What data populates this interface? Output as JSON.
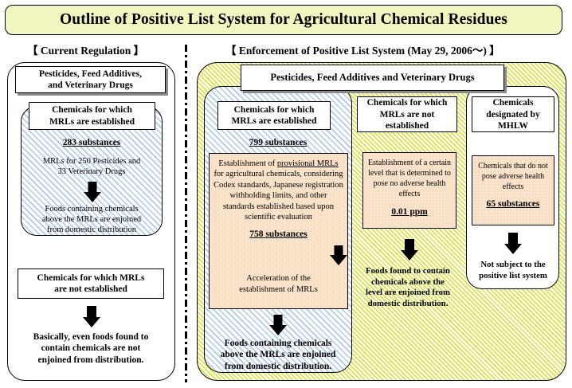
{
  "title": "Outline of Positive List System for Agricultural Chemical Residues",
  "sections": {
    "left_heading": "【 Current Regulation 】",
    "right_heading": "【 Enforcement of Positive List System (May 29, 2006～) 】"
  },
  "left": {
    "top_box": "Pesticides, Feed Additives,\nand Veterinary Drugs",
    "mrl_established_label": "Chemicals for which\nMRLs are established",
    "substances_count": "283 substances",
    "mrl_detail": "MRLs for 250 Pesticides and\n33 Veterinary Drugs",
    "outcome": "Foods containing  chemicals\nabove the MRLs are enjoined\nfrom domestic  distribution",
    "mrl_not_established_label": "Chemicals for which MRLs\nare not established",
    "not_established_outcome": "Basically, even foods found to\ncontain chemicals are not\nenjoined from  distribution."
  },
  "right": {
    "top_box": "Pesticides, Feed Additives and Veterinary Drugs",
    "col_established": {
      "label": "Chemicals for which\nMRLs are established",
      "substances_count": "799 substances",
      "body_pre": "Establishment of ",
      "body_underline1": "provisional MRLs",
      "body_mid": " for agricultural chemicals, considering Codex standards, Japanese registration withholding limits, and other standards established based upon scientific evaluation",
      "body_count": "758 substances",
      "acceleration": "Acceleration of the\nestablishment of MRLs",
      "outcome": "Foods containing chemicals\nabove the MRLs are enjoined\nfrom domestic distribution."
    },
    "col_not_established": {
      "label": "Chemicals for which\nMRLs are not\nestablished",
      "body": "Establishment of a certain level that is determined to pose no adverse health effects",
      "value": "0.01 ppm",
      "outcome": "Foods found to contain\nchemicals above the\nlevel are enjoined from\ndomestic distribution."
    },
    "col_designated": {
      "label": "Chemicals\ndesignated by\nMHLW",
      "body": "Chemicals that do not pose adverse health effects",
      "count": "65 substances",
      "outcome": "Not subject to  the\npositive list  system"
    }
  },
  "colors": {
    "title_bg": "#f1f5c0",
    "hatch_blue": "#aecbe8",
    "hatch_yellow": "#d8e01c",
    "peach": "#f8dfc4",
    "ink": "#000000"
  }
}
